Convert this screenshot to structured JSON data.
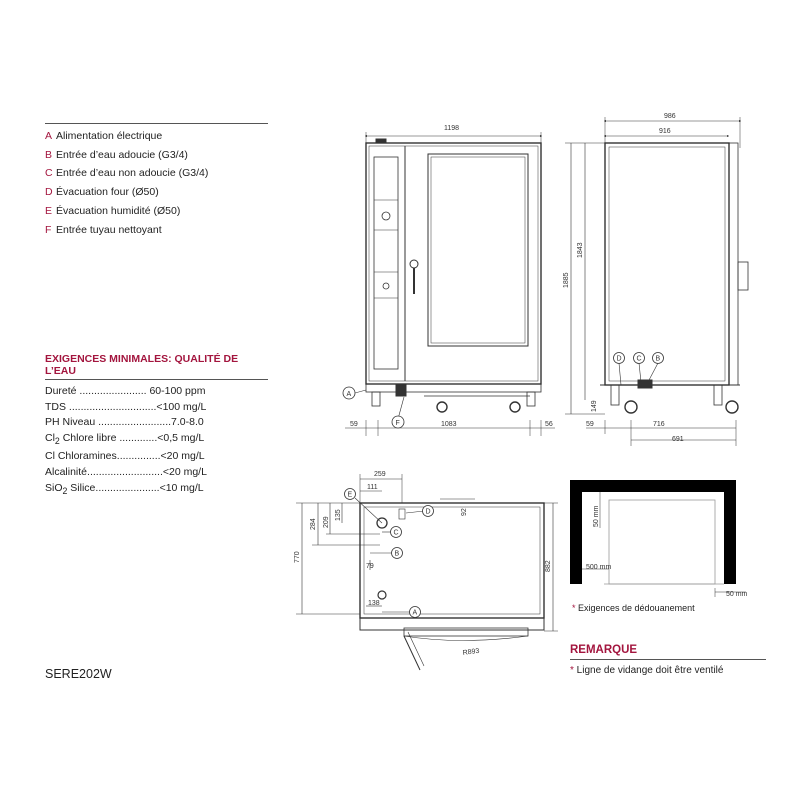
{
  "legend": [
    {
      "letter": "A",
      "label": "Alimentation électrique"
    },
    {
      "letter": "B",
      "label": "Entrée d’eau adoucie (G3/4)"
    },
    {
      "letter": "C",
      "label": "Entrée d’eau non adoucie (G3/4)"
    },
    {
      "letter": "D",
      "label": "Évacuation four (Ø50)"
    },
    {
      "letter": "E",
      "label": "Évacuation humidité (Ø50)"
    },
    {
      "letter": "F",
      "label": "Entrée tuyau nettoyant"
    }
  ],
  "water": {
    "title": "EXIGENCES MINIMALES: QUALITÉ DE L’EAU",
    "rows": [
      {
        "pre": "Dureté ....................... 60-100 ppm",
        "sub": "",
        "post": ""
      },
      {
        "pre": "TDS ..............................<100 mg/L",
        "sub": "",
        "post": ""
      },
      {
        "pre": "PH Niveau .........................7.0-8.0",
        "sub": "",
        "post": ""
      },
      {
        "pre": "Cl",
        "sub": "2",
        "post": " Chlore libre .............<0,5 mg/L"
      },
      {
        "pre": "Cl Chloramines...............<20 mg/L",
        "sub": "",
        "post": ""
      },
      {
        "pre": "Alcalinité..........................<20 mg/L",
        "sub": "",
        "post": ""
      },
      {
        "pre": "SiO",
        "sub": "2",
        "post": " Silice......................<10 mg/L"
      }
    ]
  },
  "model": "SERE202W",
  "customs_note": "Exigences de dédouanement",
  "remark": {
    "title": "REMARQUE",
    "text": "Ligne de vidange doit être ventilé"
  },
  "dims": {
    "front_width": "1198",
    "front_left": "59",
    "front_center": "1083",
    "front_right": "56",
    "side_total": "986",
    "side_body": "916",
    "side_height": "1885",
    "side_height_inner": "1843",
    "side_foot": "149",
    "side_left": "59",
    "side_716": "716",
    "side_691": "691",
    "top_259": "259",
    "top_111": "111",
    "top_92": "92",
    "top_135": "135",
    "top_209": "209",
    "top_284": "284",
    "top_770": "770",
    "top_79": "79",
    "top_138": "138",
    "top_882": "882",
    "top_r893": "R893",
    "room_50v": "50 mm",
    "room_500": "500 mm",
    "room_50h": "50 mm"
  },
  "markers": {
    "A": "A",
    "B": "B",
    "C": "C",
    "D": "D",
    "E": "E",
    "F": "F"
  },
  "colors": {
    "accent": "#a3153e",
    "wall": "#000000",
    "line": "#333333"
  }
}
